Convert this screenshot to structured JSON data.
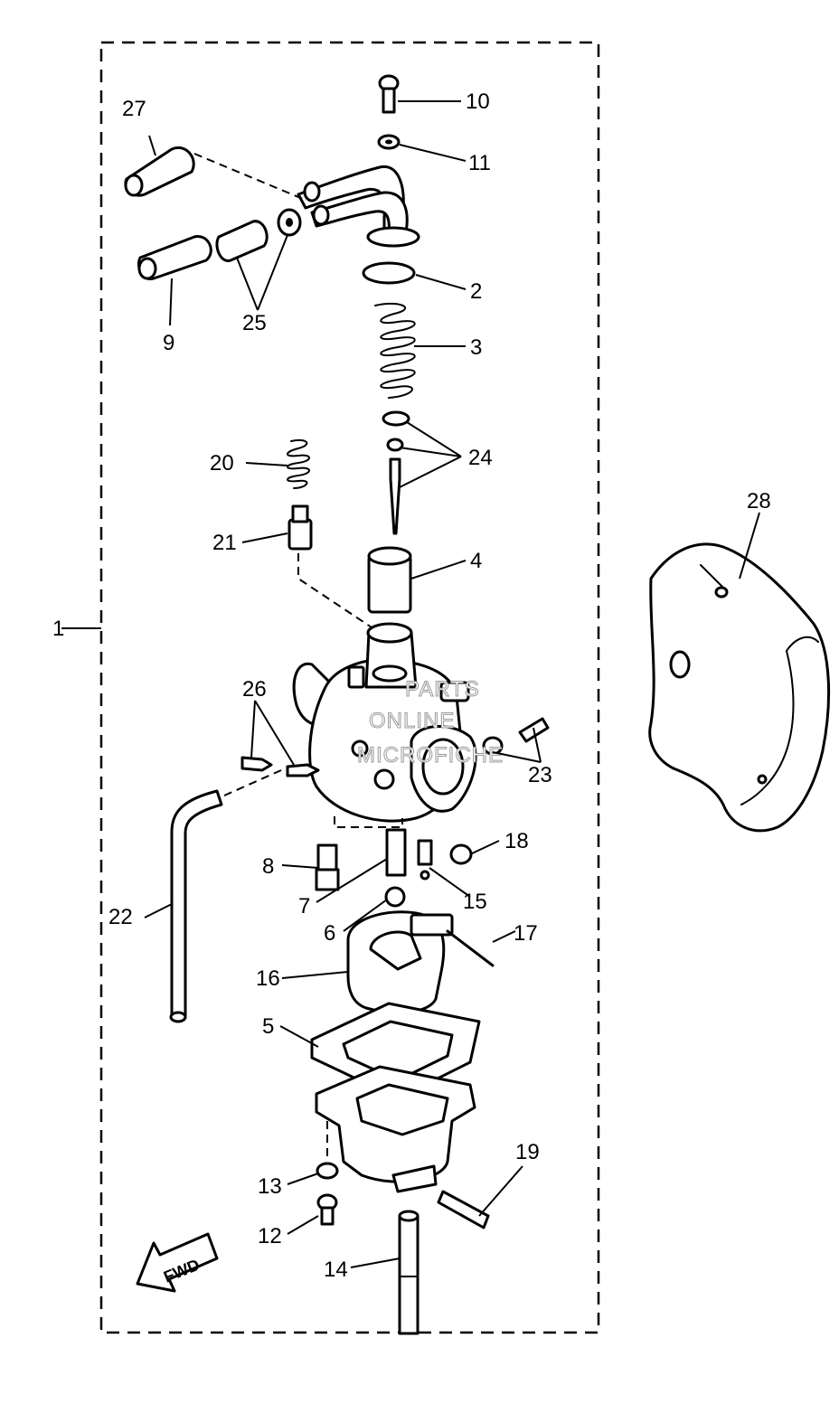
{
  "labels": {
    "l1": "1",
    "l2": "2",
    "l3": "3",
    "l4": "4",
    "l5": "5",
    "l6": "6",
    "l7": "7",
    "l8": "8",
    "l9": "9",
    "l10": "10",
    "l11": "11",
    "l12": "12",
    "l13": "13",
    "l14": "14",
    "l15": "15",
    "l16": "16",
    "l17": "17",
    "l18": "18",
    "l19": "19",
    "l20": "20",
    "l21": "21",
    "l22": "22",
    "l23": "23",
    "l24": "24",
    "l25": "25",
    "l26": "26",
    "l27": "27",
    "l28": "28"
  },
  "watermark": {
    "line1": "PARTS",
    "line2": "ONLINE",
    "line3": "MICROFICHE"
  },
  "fwd_label": "FWD"
}
